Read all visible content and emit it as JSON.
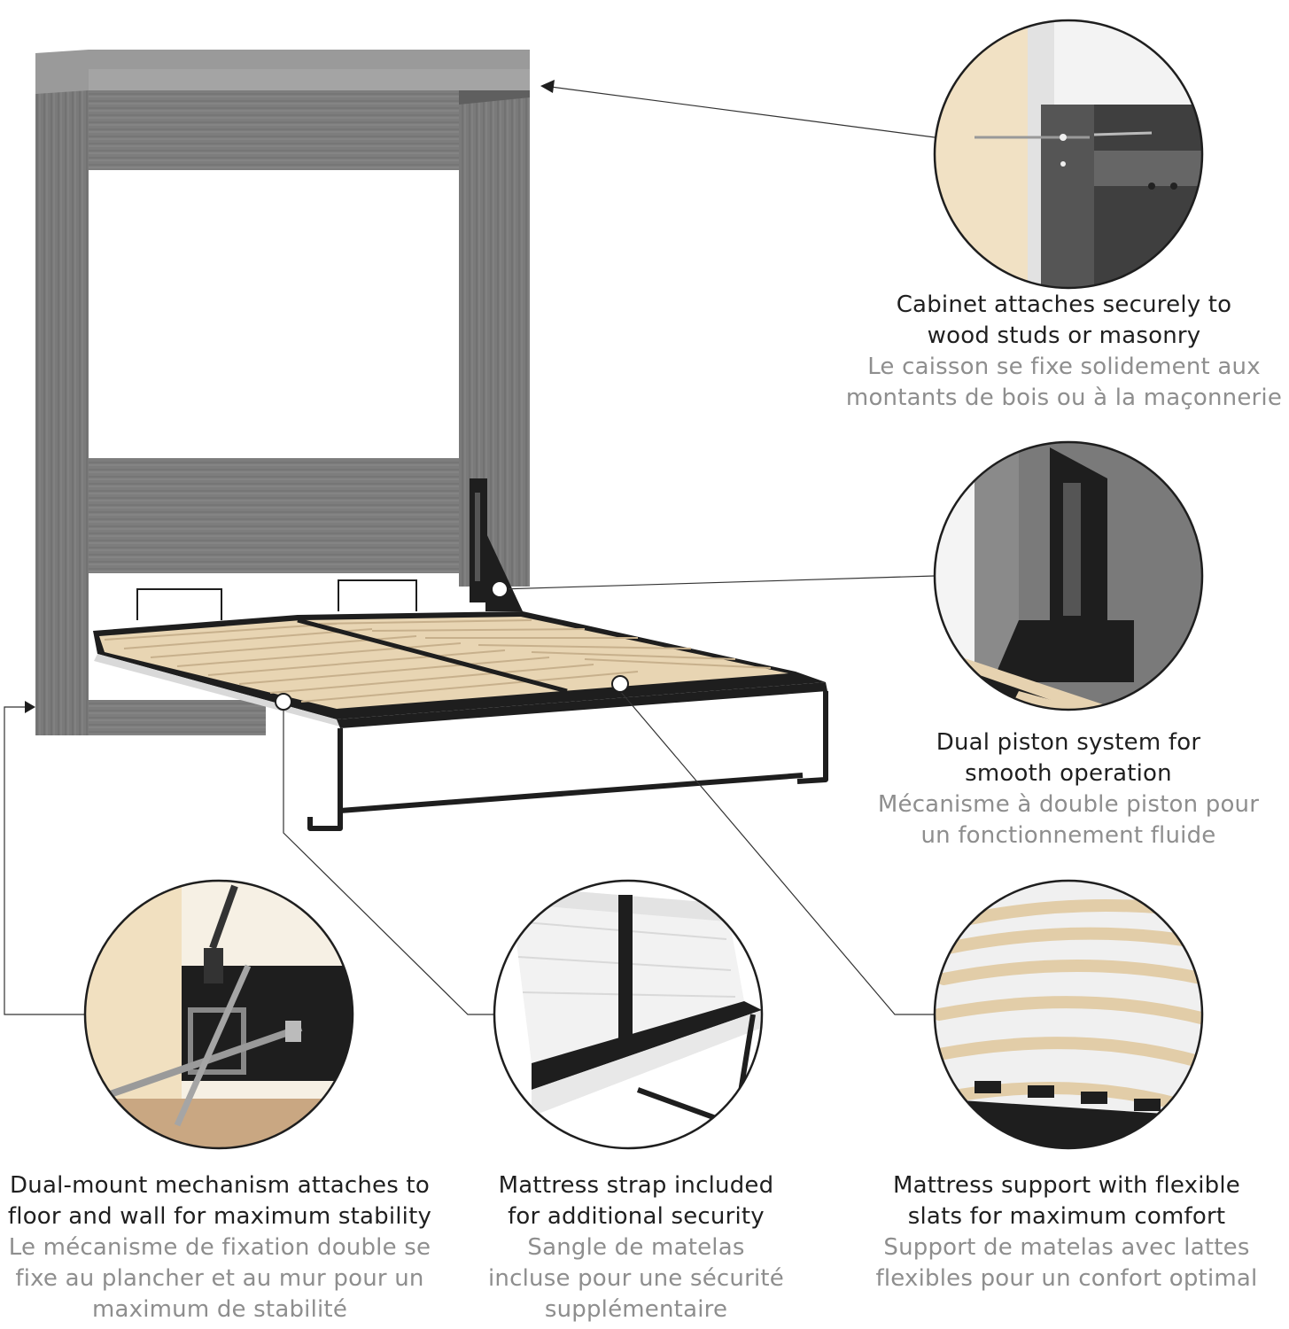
{
  "colors": {
    "text_primary": "#1f1f1f",
    "text_secondary": "#8e8e8e",
    "cabinet_gray": "#7b7b7b",
    "slat_wood": "#e6d2b0",
    "steel_black": "#1e1e1e",
    "stud_wood": "#f1e0c0"
  },
  "features": [
    {
      "id": "cabinet-attach",
      "icon": "wall-anchor-detail-icon",
      "title_lines": [
        "Cabinet attaches securely to",
        "wood studs or masonry"
      ],
      "subtitle_lines": [
        "Le caisson se fixe solidement aux",
        "montants de bois ou à la maçonnerie"
      ]
    },
    {
      "id": "dual-piston",
      "icon": "piston-mechanism-detail-icon",
      "title_lines": [
        "Dual piston system for",
        "smooth operation"
      ],
      "subtitle_lines": [
        "Mécanisme à double piston pour",
        "un fonctionnement fluide"
      ]
    },
    {
      "id": "dual-mount",
      "icon": "floor-mount-screw-detail-icon",
      "title_lines": [
        "Dual-mount mechanism attaches to",
        "floor and wall for maximum stability"
      ],
      "subtitle_lines": [
        "Le mécanisme de fixation double se",
        "fixe au plancher et au mur pour un",
        "maximum de stabilité"
      ]
    },
    {
      "id": "mattress-strap",
      "icon": "mattress-strap-detail-icon",
      "title_lines": [
        "Mattress strap included",
        "for additional security"
      ],
      "subtitle_lines": [
        "Sangle de matelas",
        "incluse pour une sécurité",
        "supplémentaire"
      ]
    },
    {
      "id": "flexible-slats",
      "icon": "flexible-slats-detail-icon",
      "title_lines": [
        "Mattress support with flexible",
        "slats for maximum comfort"
      ],
      "subtitle_lines": [
        "Support de matelas avec lattes",
        "flexibles pour un confort optimal"
      ]
    }
  ],
  "product_icon": "murphy-bed-cabinet-icon"
}
